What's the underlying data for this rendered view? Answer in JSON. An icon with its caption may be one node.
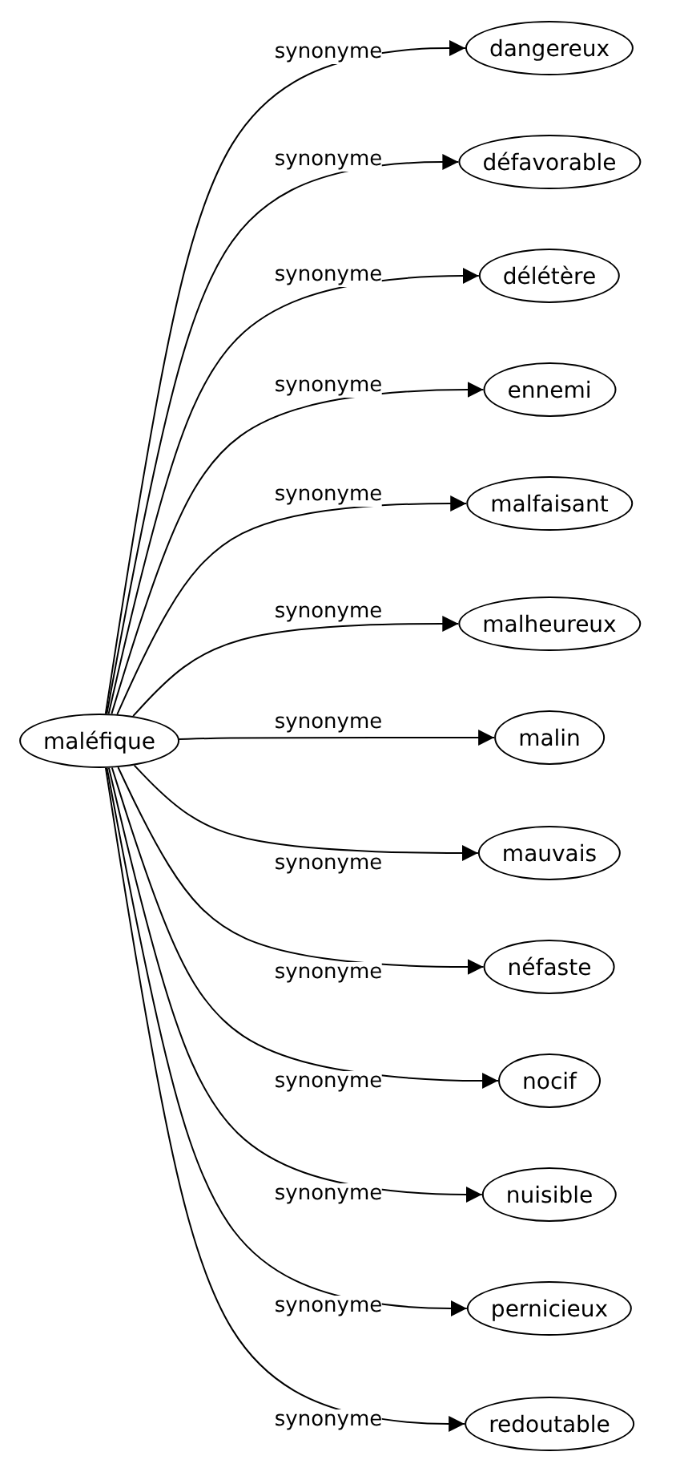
{
  "diagram": {
    "nodes": [
      {
        "text": [
          "maléfique"
        ]
      },
      {
        "text": [
          "dangereux"
        ]
      },
      {
        "text": [
          "défavorable"
        ]
      },
      {
        "text": [
          "délétère"
        ]
      },
      {
        "text": [
          "ennemi"
        ]
      },
      {
        "text": [
          "malfaisant"
        ]
      },
      {
        "text": [
          "malheureux"
        ]
      },
      {
        "text": [
          "malin"
        ]
      },
      {
        "text": [
          "mauvais"
        ]
      },
      {
        "text": [
          "néfaste"
        ]
      },
      {
        "text": [
          "nocif"
        ]
      },
      {
        "text": [
          "nuisible"
        ]
      },
      {
        "text": [
          "pernicieux"
        ]
      },
      {
        "text": [
          "redoutable"
        ]
      }
    ],
    "edges": [
      {
        "from": 0,
        "to": 1,
        "arrow": "to",
        "label": "synonyme"
      },
      {
        "from": 0,
        "to": 2,
        "arrow": "to",
        "label": "synonyme"
      },
      {
        "from": 0,
        "to": 3,
        "arrow": "to",
        "label": "synonyme"
      },
      {
        "from": 0,
        "to": 4,
        "arrow": "to",
        "label": "synonyme"
      },
      {
        "from": 0,
        "to": 5,
        "arrow": "to",
        "label": "synonyme"
      },
      {
        "from": 0,
        "to": 6,
        "arrow": "to",
        "label": "synonyme"
      },
      {
        "from": 0,
        "to": 7,
        "arrow": "to",
        "label": "synonyme"
      },
      {
        "from": 0,
        "to": 8,
        "arrow": "to",
        "label": "synonyme"
      },
      {
        "from": 0,
        "to": 9,
        "arrow": "to",
        "label": "synonyme"
      },
      {
        "from": 0,
        "to": 10,
        "arrow": "to",
        "label": "synonyme"
      },
      {
        "from": 0,
        "to": 11,
        "arrow": "to",
        "label": "synonyme"
      },
      {
        "from": 0,
        "to": 12,
        "arrow": "to",
        "label": "synonyme"
      },
      {
        "from": 0,
        "to": 13,
        "arrow": "to",
        "label": "synonyme"
      }
    ]
  }
}
